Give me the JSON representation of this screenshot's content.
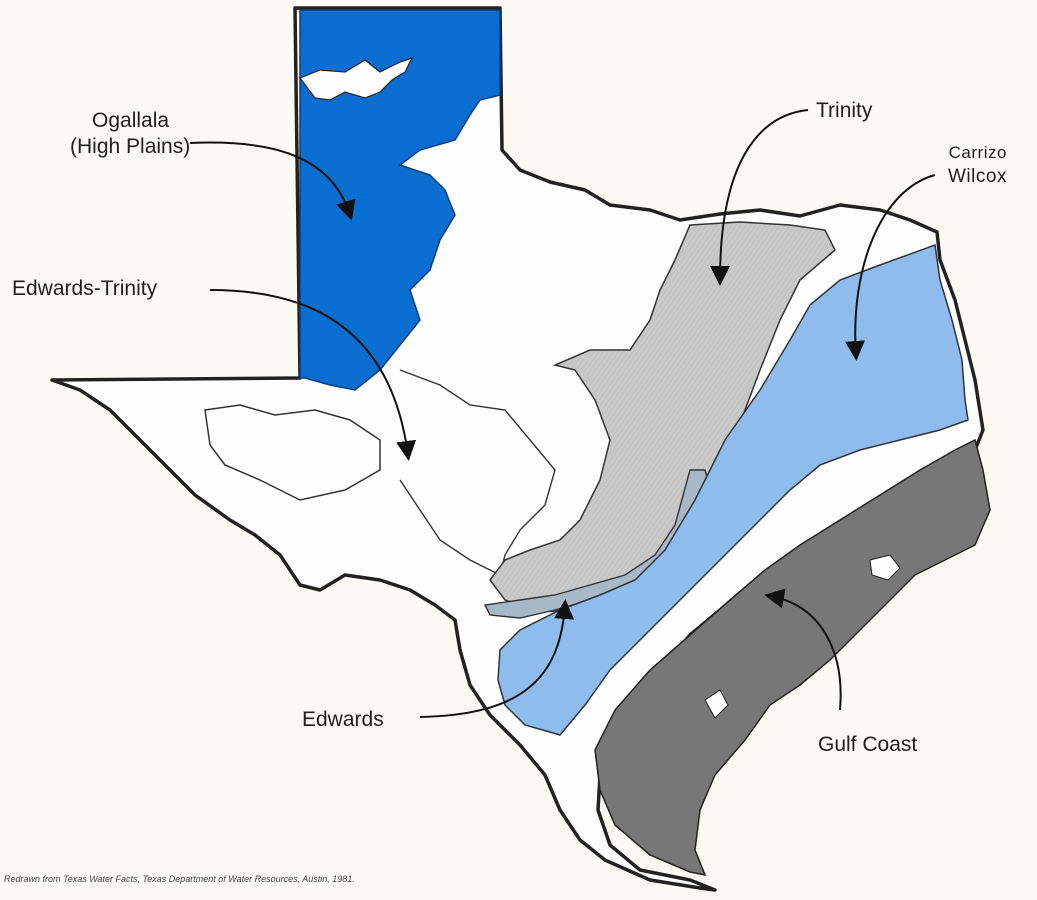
{
  "map": {
    "subject": "Major aquifers of Texas",
    "colors": {
      "background": "#fbfaf7",
      "state_fill": "#fefefe",
      "ogallala": "#0a6dd0",
      "carrizo_wilcox": "#8ebcec",
      "trinity": "#c9c9c9",
      "edwards": "#a7b9c9",
      "gulf_coast": "#777777",
      "outline": "#222222"
    }
  },
  "labels": {
    "ogallala_line1": "Ogallala",
    "ogallala_line2": "(High Plains)",
    "edwards_trinity": "Edwards-Trinity",
    "trinity": "Trinity",
    "carrizo_line1": "Carrizo",
    "carrizo_line2": "Wilcox",
    "edwards": "Edwards",
    "gulf_coast": "Gulf Coast"
  },
  "source_note": "Redrawn from Texas Water Facts, Texas Department of Water Resources, Austin, 1981."
}
